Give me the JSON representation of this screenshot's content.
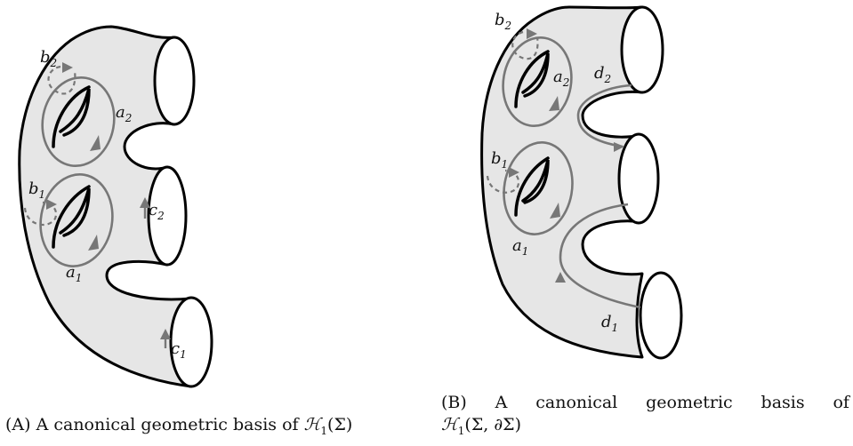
{
  "panel_a": {
    "labels": {
      "a1": {
        "main": "a",
        "sub": "1"
      },
      "a2": {
        "main": "a",
        "sub": "2"
      },
      "b1": {
        "main": "b",
        "sub": "1"
      },
      "b2": {
        "main": "b",
        "sub": "2"
      },
      "c1": {
        "main": "c",
        "sub": "1"
      },
      "c2": {
        "main": "c",
        "sub": "2"
      }
    },
    "caption": {
      "tag": "(A)",
      "text": "A canonical geometric basis of",
      "math": "ℋ",
      "math_sub": "1",
      "math_arg": "(Σ)"
    }
  },
  "panel_b": {
    "labels": {
      "a1": {
        "main": "a",
        "sub": "1"
      },
      "a2": {
        "main": "a",
        "sub": "2"
      },
      "b1": {
        "main": "b",
        "sub": "1"
      },
      "b2": {
        "main": "b",
        "sub": "2"
      },
      "d1": {
        "main": "d",
        "sub": "1"
      },
      "d2": {
        "main": "d",
        "sub": "2"
      }
    },
    "caption": {
      "tag": "(B)",
      "words": [
        "A",
        "canonical",
        "geometric",
        "basis",
        "of"
      ],
      "math": "ℋ",
      "math_sub": "1",
      "math_arg": "(Σ, ∂Σ)"
    }
  },
  "colors": {
    "surface_fill": "#e6e6e6",
    "curve_gray": "#777777",
    "outline": "#000000"
  }
}
